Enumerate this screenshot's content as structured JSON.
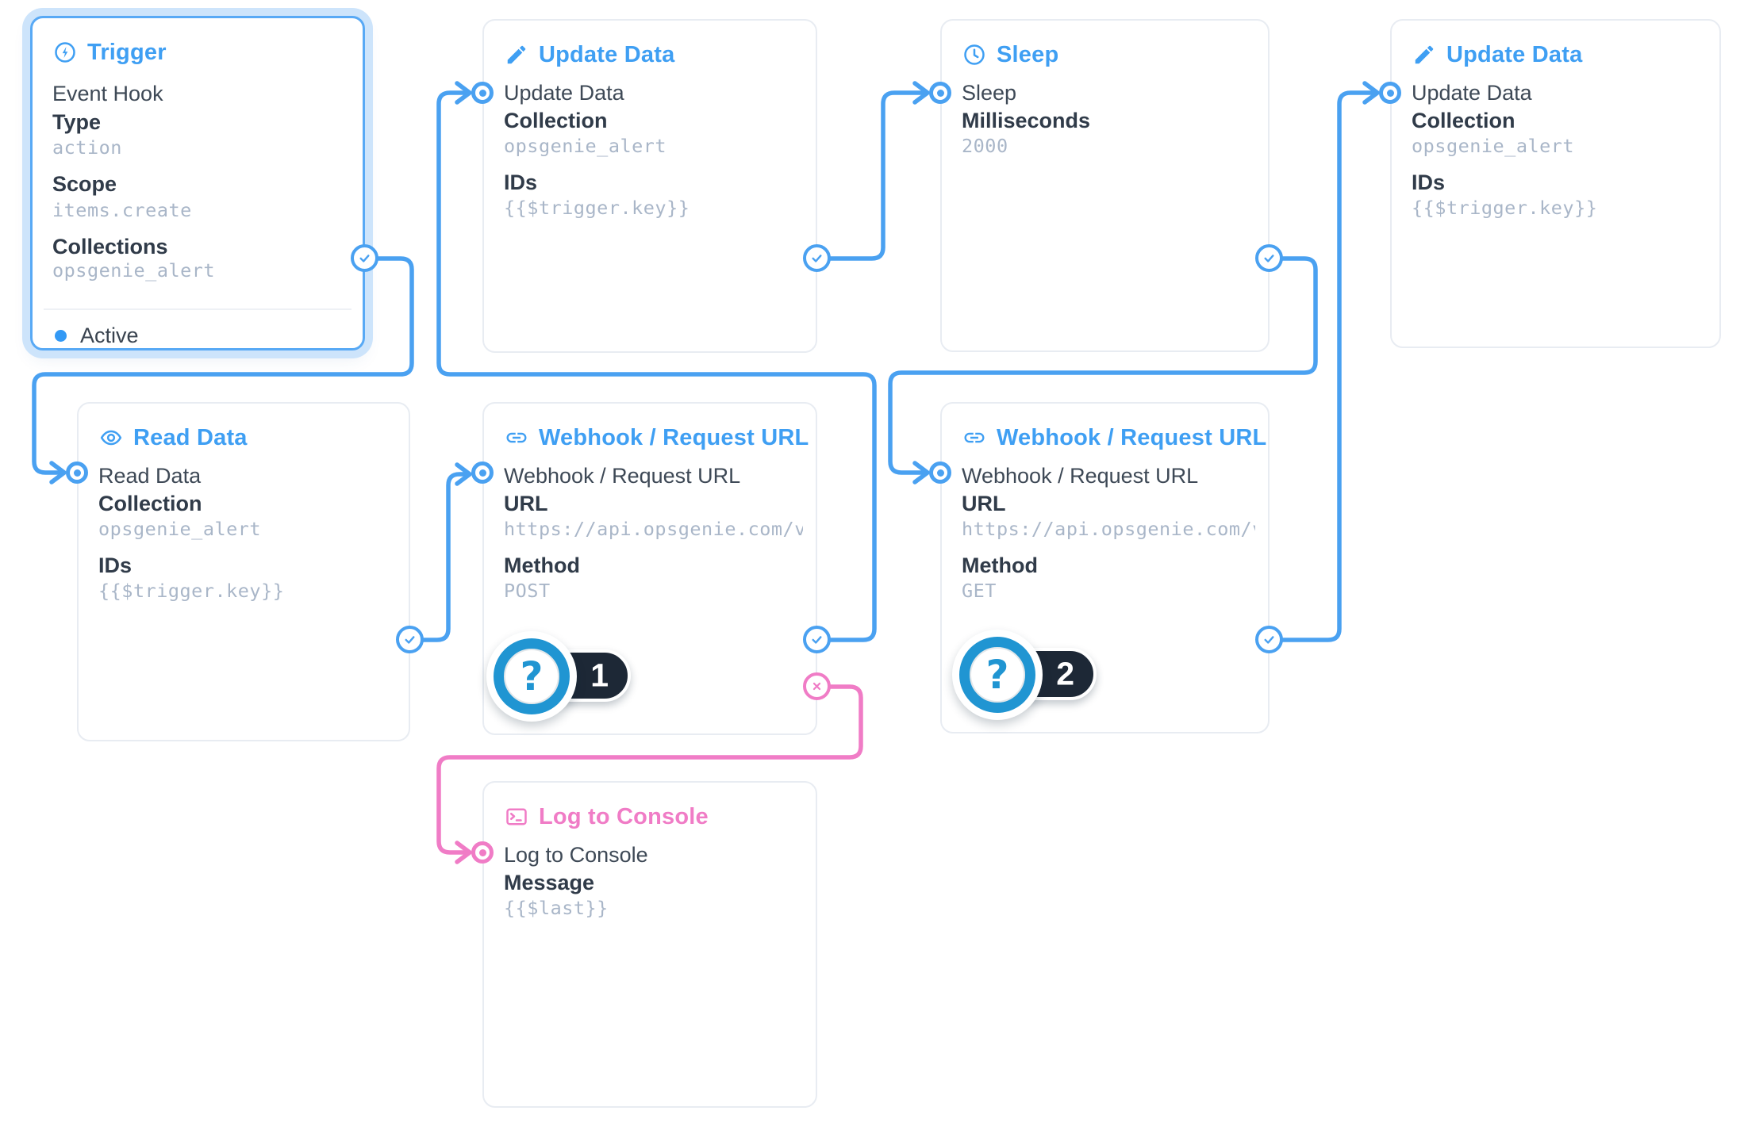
{
  "colors": {
    "accent_blue": "#3f9ff3",
    "connector_blue": "#4aa1f1",
    "connector_pink": "#f07cc6",
    "badge_blue": "#2095d2",
    "badge_dark": "#1d2836",
    "active_dot_blue": "#3399f5"
  },
  "nodes": {
    "trigger": {
      "title": "Trigger",
      "name": "Event Hook",
      "fields": [
        {
          "label": "Type",
          "value": "action"
        },
        {
          "label": "Scope",
          "value": "items.create"
        },
        {
          "label": "Collections",
          "value": "opsgenie_alert"
        }
      ],
      "status": "Active"
    },
    "update1": {
      "title": "Update Data",
      "name": "Update Data",
      "fields": [
        {
          "label": "Collection",
          "value": "opsgenie_alert"
        },
        {
          "label": "IDs",
          "value": "{{$trigger.key}}"
        }
      ]
    },
    "sleep": {
      "title": "Sleep",
      "name": "Sleep",
      "fields": [
        {
          "label": "Milliseconds",
          "value": "2000"
        }
      ]
    },
    "update2": {
      "title": "Update Data",
      "name": "Update Data",
      "fields": [
        {
          "label": "Collection",
          "value": "opsgenie_alert"
        },
        {
          "label": "IDs",
          "value": "{{$trigger.key}}"
        }
      ]
    },
    "read": {
      "title": "Read Data",
      "name": "Read Data",
      "fields": [
        {
          "label": "Collection",
          "value": "opsgenie_alert"
        },
        {
          "label": "IDs",
          "value": "{{$trigger.key}}"
        }
      ]
    },
    "webhook1": {
      "title": "Webhook / Request URL",
      "name": "Webhook / Request URL",
      "fields": [
        {
          "label": "URL",
          "value": "https://api.opsgenie.com/v…"
        },
        {
          "label": "Method",
          "value": "POST"
        }
      ],
      "badge": "1"
    },
    "webhook2": {
      "title": "Webhook / Request URL",
      "name": "Webhook / Request URL",
      "fields": [
        {
          "label": "URL",
          "value": "https://api.opsgenie.com/v…"
        },
        {
          "label": "Method",
          "value": "GET"
        }
      ],
      "badge": "2"
    },
    "log": {
      "title": "Log to Console",
      "name": "Log to Console",
      "fields": [
        {
          "label": "Message",
          "value": "{{$last}}"
        }
      ]
    }
  }
}
